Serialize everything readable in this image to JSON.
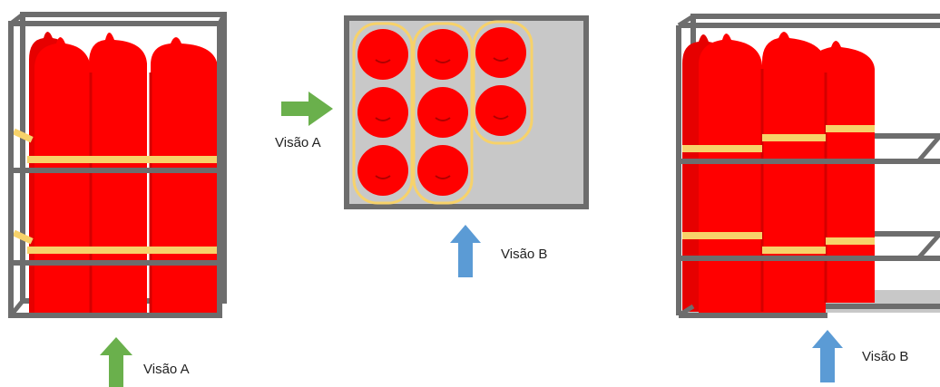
{
  "labels": {
    "view_a_top": "Visão A",
    "view_b_top": "Visão B",
    "view_a_bottom": "Visão A",
    "view_b_bottom": "Visão B"
  },
  "colors": {
    "cylinder_red": "#ff0000",
    "cylinder_dark_red": "#d40000",
    "band_yellow": "#f7d26a",
    "frame_gray": "#6d6d6d",
    "base_gray": "#c8c8c8",
    "arrow_green": "#6ab04c",
    "arrow_blue": "#5b9bd5"
  },
  "panels": {
    "front_view": {
      "columns": 3,
      "rows_of_straps": 2
    },
    "top_view": {
      "cylinders": 8
    },
    "side_view": {
      "columns": 3,
      "rows_of_straps": 2
    }
  }
}
